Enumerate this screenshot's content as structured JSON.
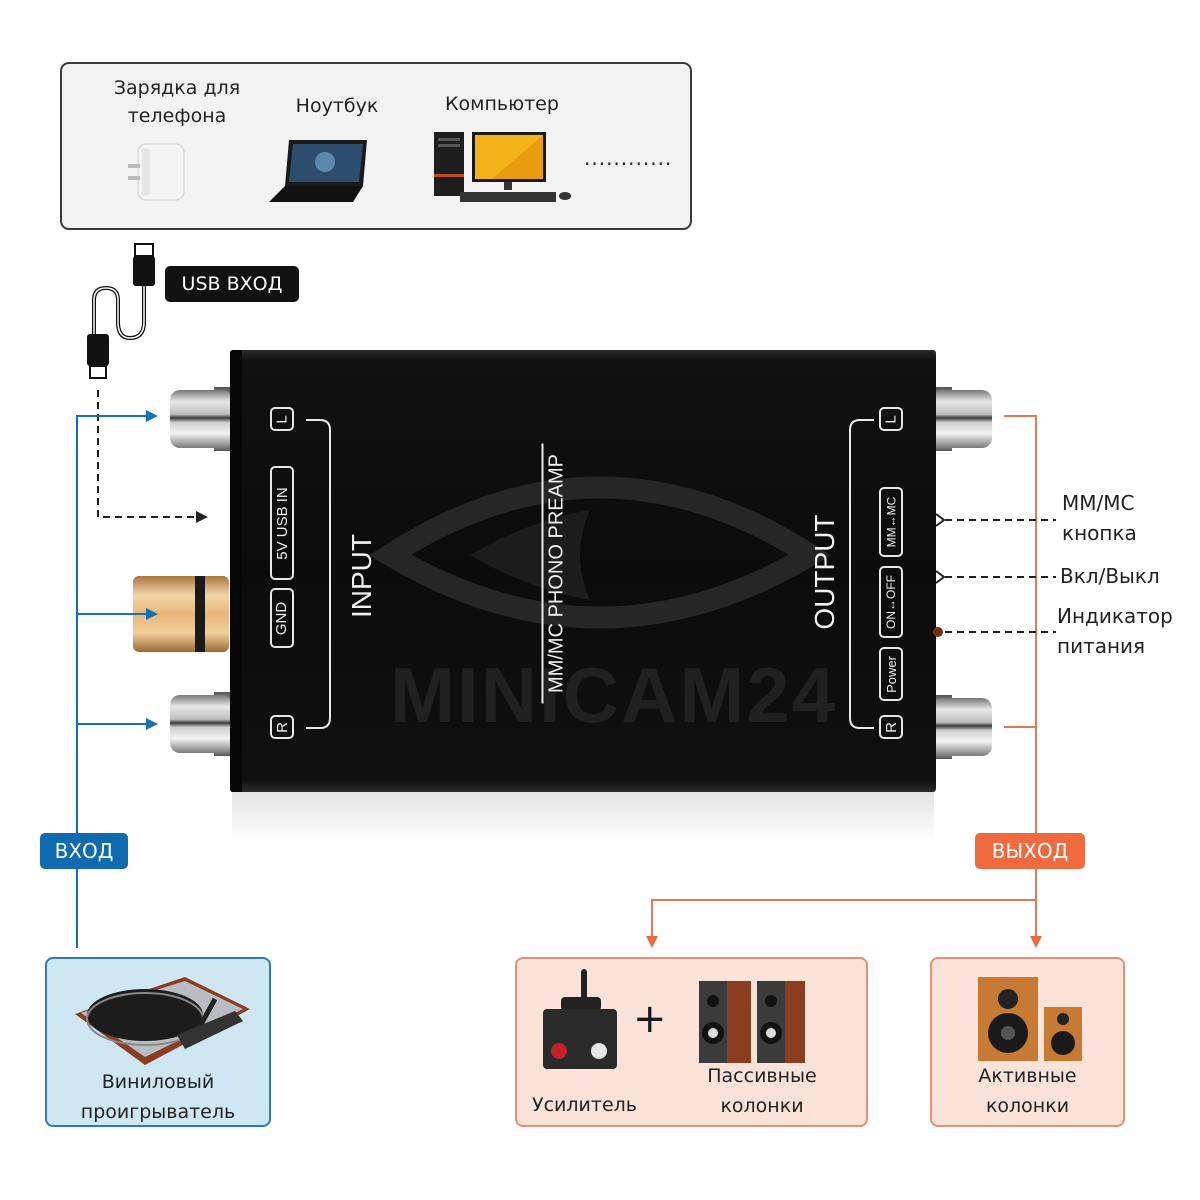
{
  "sources": {
    "items": [
      {
        "label": "Зарядка для телефона",
        "icon": "phone-charger-icon"
      },
      {
        "label": "Ноутбук",
        "icon": "laptop-icon"
      },
      {
        "label": "Компьютер",
        "icon": "desktop-computer-icon"
      }
    ],
    "more": "............"
  },
  "usb": {
    "badge": "USB ВХОД",
    "icon": "usb-cable-icon"
  },
  "device": {
    "model": "MM/MC PHONO PREAMP",
    "watermark": "MINICAM24",
    "input": {
      "title": "INPUT",
      "chips": {
        "left": "L",
        "usb": "5V USB IN",
        "gnd": "GND",
        "right": "R"
      }
    },
    "output": {
      "title": "OUTPUT",
      "chips": {
        "left": "L",
        "mode": "MM↔MC",
        "power_switch": "ON↔OFF",
        "power": "Power",
        "right": "R"
      }
    }
  },
  "callouts": {
    "mode_button": [
      "MM/MC",
      "кнопка"
    ],
    "power_switch": "Вкл/Выкл",
    "power_indicator": [
      "Индикатор",
      "питания"
    ]
  },
  "tags": {
    "input": "ВХОД",
    "output": "ВЫХОД"
  },
  "destinations": {
    "turntable": {
      "label": [
        "Виниловый",
        "проигрыватель"
      ],
      "icon": "turntable-icon"
    },
    "amplifier": {
      "label": "Усилитель",
      "icon": "amplifier-icon"
    },
    "plus": "+",
    "passive": {
      "label": [
        "Пассивные",
        "колонки"
      ],
      "icon": "passive-speakers-icon"
    },
    "active": {
      "label": [
        "Активные",
        "колонки"
      ],
      "icon": "active-speakers-icon"
    }
  },
  "colors": {
    "input_accent": "#0e6bb0",
    "output_accent": "#ef6a3f",
    "device_body": "#0b0b0b"
  }
}
